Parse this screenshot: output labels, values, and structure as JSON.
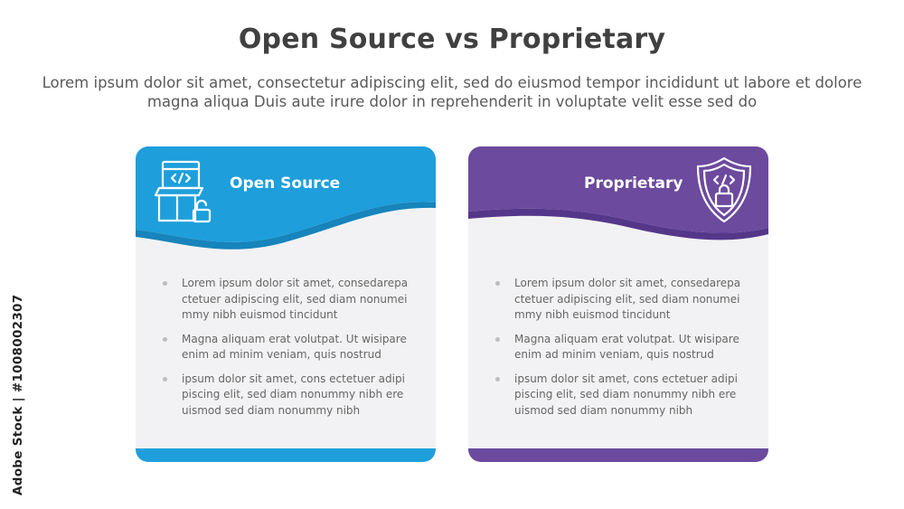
{
  "header": {
    "title": "Open Source vs Proprietary",
    "subtitle": "Lorem ipsum dolor sit amet, consectetur adipiscing elit, sed do eiusmod tempor incididunt ut labore et dolore magna aliqua Duis aute irure dolor in reprehenderit in voluptate velit esse sed do"
  },
  "cards": [
    {
      "title": "Open Source",
      "color": "#1e9fdb",
      "icon": "code-box-unlock-icon",
      "bullets": [
        "Lorem ipsum dolor sit amet, consedarepa ctetuer adipiscing elit, sed diam nonumei mmy nibh euismod tincidunt",
        "Magna aliquam erat volutpat. Ut wisipare enim ad minim veniam, quis nostrud",
        "ipsum dolor sit amet, cons ectetuer adipi piscing elit, sed diam nonummy nibh ere uismod sed diam nonummy nibh"
      ]
    },
    {
      "title": "Proprietary",
      "color": "#6c4a9e",
      "icon": "shield-code-lock-icon",
      "bullets": [
        "Lorem ipsum dolor sit amet, consedarepa ctetuer adipiscing elit, sed diam nonumei mmy nibh euismod tincidunt",
        "Magna aliquam erat volutpat. Ut wisipare enim ad minim veniam, quis nostrud",
        "ipsum dolor sit amet, cons ectetuer adipi piscing elit, sed diam nonummy nibh ere uismod sed diam nonummy nibh"
      ]
    }
  ],
  "watermark": {
    "side_text": "Adobe Stock | #1008002307"
  }
}
